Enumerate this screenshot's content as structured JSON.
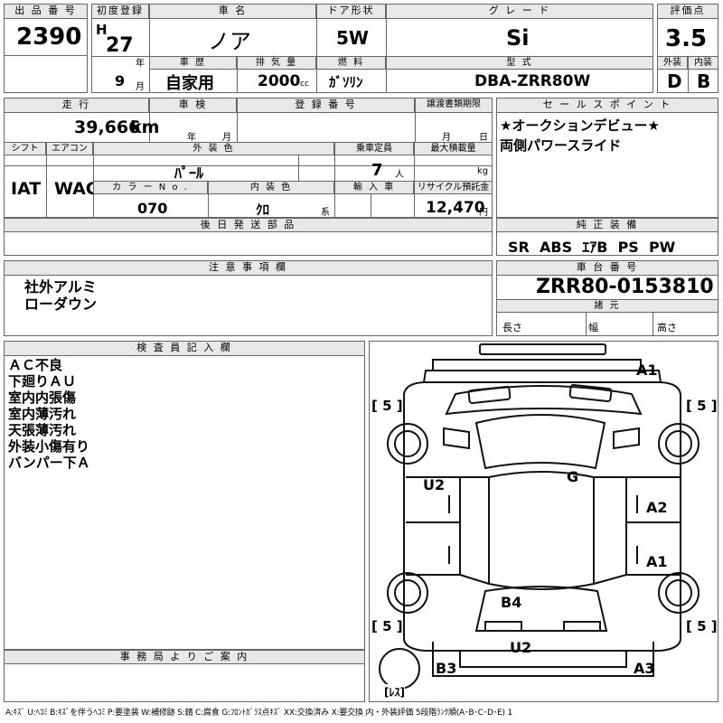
{
  "headers": {
    "lot_no": "出 品 番 号",
    "first_reg": "初度登録",
    "car_name": "車 名",
    "door": "ドア形状",
    "grade": "グ レ ー ド",
    "score": "評価点",
    "history": "車 歴",
    "displacement": "排 気 量",
    "fuel": "燃 料",
    "model": "型 式",
    "exterior": "外装",
    "interior": "内装",
    "mileage": "走 行",
    "inspection": "車 検",
    "reg_no": "登 録 番 号",
    "transfer_docs": "譲渡書類期限",
    "sales_points": "セ ー ル ス ポ イ ン ト",
    "shift": "シフト",
    "aircon": "エアコン",
    "ext_color": "外 装 色",
    "capacity": "乗車定員",
    "max_load": "最大積載量",
    "color_no": "カ ラ ー N o .",
    "int_color": "内 装 色",
    "import": "輸 入 車",
    "recycle": "リサイクル預託金",
    "later_parts": "後 日 発 送 部 品",
    "genuine_equip": "純 正 装 備",
    "notes": "注 意 事 項 欄",
    "chassis": "車 台 番 号",
    "specs": "諸 元",
    "inspector": "検 査 員 記 入 欄",
    "office": "事 務 局 よ り ご 案 内"
  },
  "values": {
    "lot_no": "2390",
    "era": "H",
    "reg_year": "27",
    "reg_year_unit": "年",
    "reg_month": "9",
    "reg_month_unit": "月",
    "car_name": "ノア",
    "door": "5W",
    "grade": "Si",
    "score": "3.5",
    "history": "自家用",
    "displacement": "2000",
    "displacement_unit": "cc",
    "fuel": "ｶﾞｿﾘﾝ",
    "model": "DBA-ZRR80W",
    "exterior_score": "D",
    "interior_score": "B",
    "mileage": "39,666",
    "mileage_unit": "km",
    "inspection_year_unit": "年",
    "inspection_month_unit": "月",
    "transfer_month_unit": "月",
    "transfer_day_unit": "日",
    "shift": "IAT",
    "aircon": "WAC",
    "ext_color": "ﾊﾟｰﾙ",
    "capacity": "7",
    "capacity_unit": "人",
    "max_load_unit": "kg",
    "color_no": "070",
    "int_color": "ｸﾛ",
    "int_color_unit": "系",
    "recycle": "12,470",
    "recycle_unit": "円",
    "genuine_equip": "SR  ABS  ｴｱB  PS  PW",
    "chassis": "ZRR80-0153810",
    "spec_length": "長さ",
    "spec_width": "幅",
    "spec_height": "高さ"
  },
  "sales_points": [
    "★オークションデビュー★",
    "両側パワースライド"
  ],
  "notes": [
    "社外アルミ",
    "ローダウン"
  ],
  "inspector_notes": [
    "ＡＣ不良",
    "下廻りＡＵ",
    "室内内張傷",
    "室内薄汚れ",
    "天張薄汚れ",
    "外装小傷有り",
    "バンパー下Ａ"
  ],
  "diagram_marks": {
    "front_bumper": "A1",
    "top_left_tire": "[ 5 ]",
    "top_right_tire": "[ 5 ]",
    "roof": "G",
    "left_front_door": "U2",
    "right_front_door": "A2",
    "right_rear_door": "A1",
    "rear_hatch": "B4",
    "bottom_left_tire": "[ 5 ]",
    "bottom_right_tire": "[ 5 ]",
    "rear_bumper": "U2",
    "rear_left_corner": "B3",
    "rear_right_corner": "A3",
    "spare": "[ﾚｽ]"
  },
  "legend": "A:ｷｽﾞ U:ﾍｺﾐ B:ｷｽﾞを伴うﾍｺﾐ P:要塗装 W:補修跡 S:錆 C:腐食 G:ﾌﾛﾝﾄｶﾞﾗｽ点ｷｽﾞ XX:交換済み X:要交換 内・外装評価 5段階ﾗﾝｸ順(A･B･C･D･E) 1"
}
